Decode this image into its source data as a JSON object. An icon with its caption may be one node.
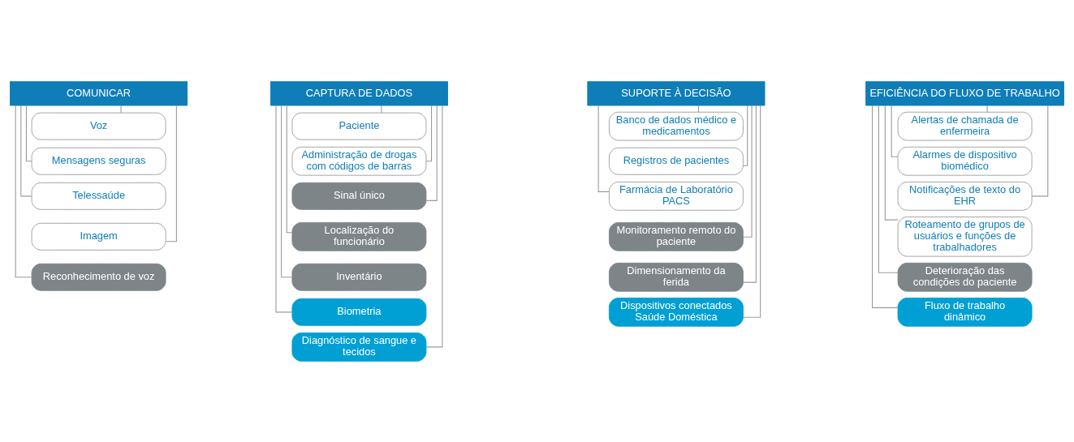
{
  "diagram": {
    "nodes": [
      {
        "text": [
          "COMUNICAR"
        ]
      },
      {
        "text": [
          "Voz"
        ]
      },
      {
        "text": [
          "Mensagens seguras"
        ]
      },
      {
        "text": [
          "Telessaúde"
        ]
      },
      {
        "text": [
          "Imagem"
        ]
      },
      {
        "text": [
          "Reconhecimento de voz"
        ]
      },
      {
        "text": [
          "CAPTURA DE DADOS"
        ]
      },
      {
        "text": [
          "Paciente"
        ]
      },
      {
        "text": [
          "Administração de drogas com códigos de barras"
        ]
      },
      {
        "text": [
          "Sinal único"
        ]
      },
      {
        "text": [
          "Localização do funcionário"
        ]
      },
      {
        "text": [
          "Inventário"
        ]
      },
      {
        "text": [
          "Biometria"
        ]
      },
      {
        "text": [
          "Diagnóstico de sangue e tecidos"
        ]
      },
      {
        "text": [
          "SUPORTE À DECISÃO"
        ]
      },
      {
        "text": [
          "Banco de dados médico e medicamentos"
        ]
      },
      {
        "text": [
          "Registros de pacientes"
        ]
      },
      {
        "text": [
          "Farmácia de Laboratório PACS"
        ]
      },
      {
        "text": [
          "Monitoramento remoto do paciente"
        ]
      },
      {
        "text": [
          "Dimensionamento da ferida"
        ]
      },
      {
        "text": [
          "Dispositivos conectados Saúde Doméstica"
        ]
      },
      {
        "text": [
          "EFICIÊNCIA DO FLUXO DE TRABALHO"
        ]
      },
      {
        "text": [
          "Alertas de chamada de enfermeira"
        ]
      },
      {
        "text": [
          "Alarmes de dispositivo biomédico"
        ]
      },
      {
        "text": [
          "Notificações de texto do EHR"
        ]
      },
      {
        "text": [
          "Roteamento de grupos de usuários e funções de trabalhadores"
        ]
      },
      {
        "text": [
          "Deterioração das condições do paciente"
        ]
      },
      {
        "text": [
          "Fluxo de trabalho dinâmico"
        ]
      }
    ],
    "edges": [
      {
        "from": 0,
        "to": 1,
        "arrow": "none"
      },
      {
        "from": 0,
        "to": 2,
        "arrow": "none"
      },
      {
        "from": 0,
        "to": 3,
        "arrow": "none"
      },
      {
        "from": 0,
        "to": 4,
        "arrow": "none"
      },
      {
        "from": 0,
        "to": 5,
        "arrow": "none"
      },
      {
        "from": 6,
        "to": 7,
        "arrow": "none"
      },
      {
        "from": 6,
        "to": 8,
        "arrow": "none"
      },
      {
        "from": 6,
        "to": 9,
        "arrow": "none"
      },
      {
        "from": 6,
        "to": 10,
        "arrow": "none"
      },
      {
        "from": 6,
        "to": 11,
        "arrow": "none"
      },
      {
        "from": 6,
        "to": 12,
        "arrow": "none"
      },
      {
        "from": 6,
        "to": 13,
        "arrow": "none"
      },
      {
        "from": 14,
        "to": 15,
        "arrow": "none"
      },
      {
        "from": 14,
        "to": 16,
        "arrow": "none"
      },
      {
        "from": 14,
        "to": 17,
        "arrow": "none"
      },
      {
        "from": 14,
        "to": 18,
        "arrow": "none"
      },
      {
        "from": 14,
        "to": 19,
        "arrow": "none"
      },
      {
        "from": 14,
        "to": 20,
        "arrow": "none"
      },
      {
        "from": 21,
        "to": 22,
        "arrow": "none"
      },
      {
        "from": 21,
        "to": 23,
        "arrow": "none"
      },
      {
        "from": 21,
        "to": 24,
        "arrow": "none"
      },
      {
        "from": 21,
        "to": 25,
        "arrow": "none"
      },
      {
        "from": 21,
        "to": 26,
        "arrow": "none"
      },
      {
        "from": 21,
        "to": 27,
        "arrow": "none"
      }
    ]
  }
}
